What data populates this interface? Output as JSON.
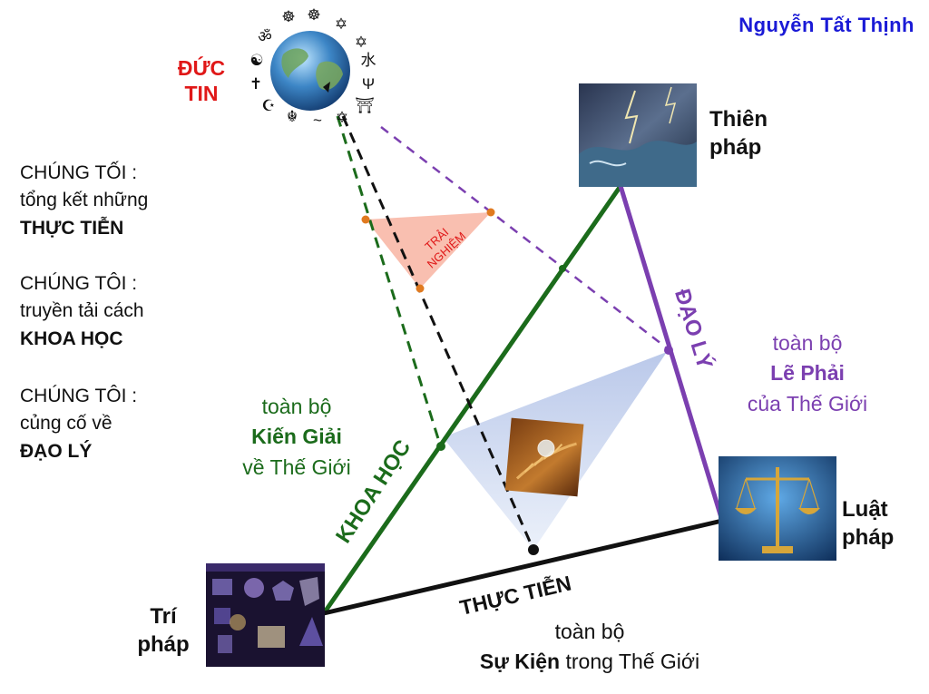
{
  "author": "Nguyễn Tất Thịnh",
  "faith": {
    "line1": "ĐỨC",
    "line2": "TIN"
  },
  "experience_label": {
    "line1": "TRẢI",
    "line2": "NGHIỆM"
  },
  "left_blocks": [
    {
      "line1": "CHÚNG TỐI :",
      "line2": "tổng kết những",
      "bold": "THỰC TIỄN"
    },
    {
      "line1": "CHÚNG TÔI :",
      "line2": "truyền tải cách",
      "bold": "KHOA HỌC"
    },
    {
      "line1": "CHÚNG TÔI :",
      "line2": "củng cố về",
      "bold": "ĐẠO  LÝ"
    }
  ],
  "nodes": {
    "thien_phap": {
      "line1": "Thiên",
      "line2": "pháp"
    },
    "luat_phap": {
      "line1": "Luật",
      "line2": "pháp"
    },
    "tri_phap": {
      "line1": "Trí",
      "line2": "pháp"
    }
  },
  "edges": {
    "khoa_hoc": "KHOA  HỌC",
    "dao_ly": "ĐẠO  LÝ",
    "thuc_tien": "THỰC  TIỄN"
  },
  "green_text": {
    "line1": "toàn bộ",
    "bold": "Kiến Giải",
    "line3": "về Thế Giới"
  },
  "purple_text": {
    "line1": "toàn bộ",
    "bold": "Lẽ Phải",
    "line3": "của Thế Giới"
  },
  "bottom_text": {
    "line1": "toàn bộ",
    "bold": "Sự Kiện",
    "rest": " trong Thế Giới"
  },
  "colors": {
    "green": "#1b6b1b",
    "purple": "#7b3fb0",
    "faith_red": "#e01818",
    "author_blue": "#1a1ad6",
    "black": "#111111",
    "experience_fill": "#f6a08a",
    "dot_orange": "#e07a20"
  },
  "religious_symbols": [
    "om",
    "khanda-buddha",
    "dharma-wheel",
    "star",
    "star-of-david",
    "water-kanji",
    "menorah",
    "torii",
    "star-of-david-small",
    "ichthys",
    "khanda",
    "crescent-star",
    "cross",
    "yin-yang"
  ]
}
